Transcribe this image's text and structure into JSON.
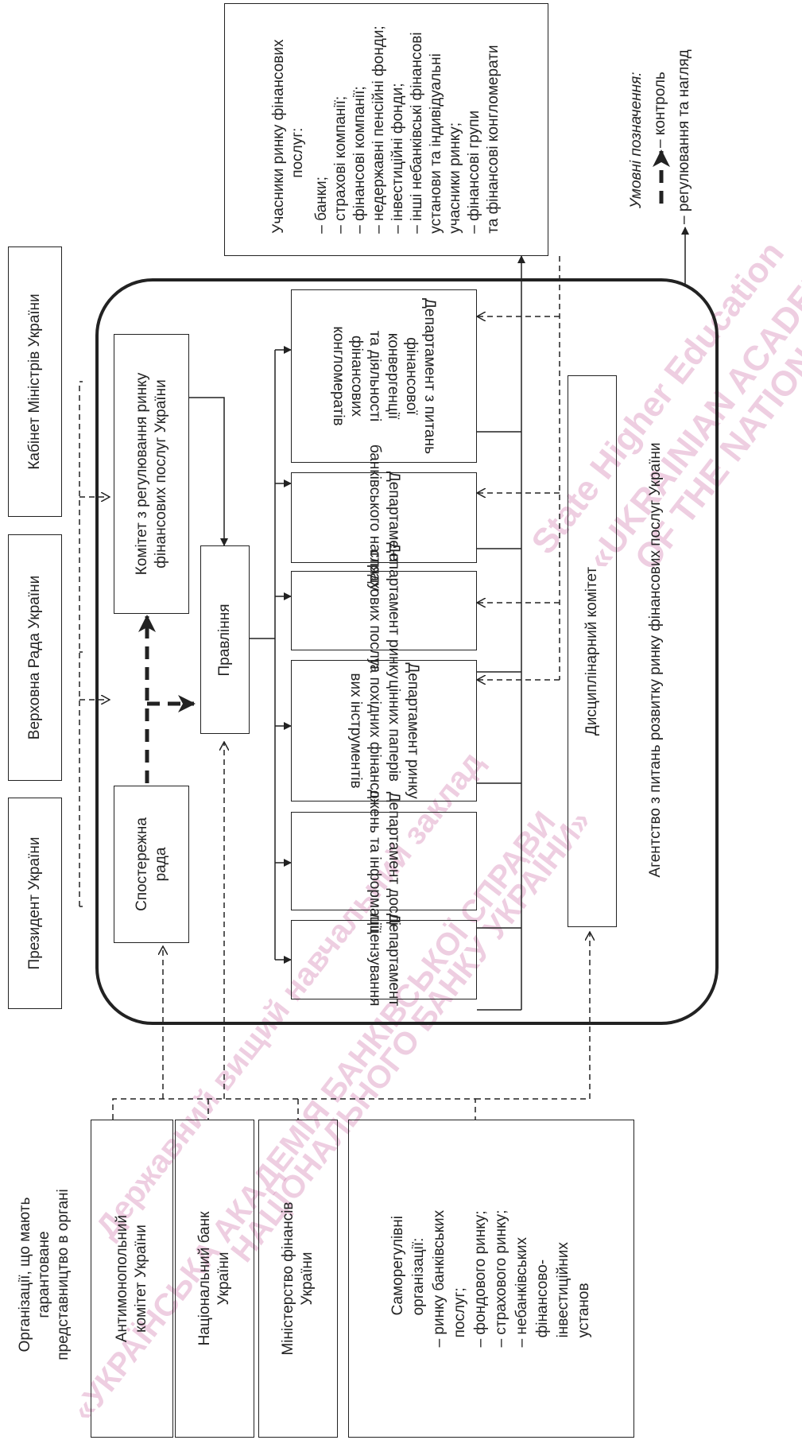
{
  "agency_title": "Агентство з питань розвитку ринку фінансових послуг України",
  "authorities": {
    "president": "Президент України",
    "rada": "Верховна Рада України",
    "cabinet": "Кабінет Міністрів України"
  },
  "orgs_title": [
    "Організації, що мають",
    "гарантоване",
    "представництво в органі"
  ],
  "orgs": {
    "amcu": [
      "Антимонопольний",
      "комітет України"
    ],
    "nbu": [
      "Національний банк",
      "України"
    ],
    "minfin": [
      "Міністерство фінансів",
      "України"
    ],
    "sro": [
      "Саморегулівні",
      "організації:",
      "– ринку банківських",
      "послуг;",
      "– фондового ринку;",
      "– страхового ринку;",
      "– небанківських",
      "фінансово-",
      "інвестиційних",
      "установ"
    ]
  },
  "bodies": {
    "supervisory": [
      "Спостережна",
      "рада"
    ],
    "committee": [
      "Комітет з регулювання ринку",
      "фінансових послуг України"
    ],
    "board": "Правління",
    "disciplinary": "Дисциплінарний комітет"
  },
  "departments": {
    "licensing": [
      "Департамент",
      "ліцензування"
    ],
    "research": [
      "Департамент дослі-",
      "джень та інформації"
    ],
    "securities": [
      "Департамент ринку",
      "цінних паперів",
      "та похідних фінансо-",
      "вих інструментів"
    ],
    "insurance": [
      "Департамент ринку",
      "страхових послуг"
    ],
    "banking": [
      "Департамент",
      "банківського нагляду"
    ],
    "convergence": [
      "Департамент з питань",
      "фінансової",
      "конвергенції",
      "та діяльності",
      "фінансових",
      "конгломератів"
    ]
  },
  "participants": {
    "title": [
      "Учасники ринку фінансових",
      "послуг:"
    ],
    "items": [
      "– банки;",
      "– страхові компанії;",
      "– фінансові компанії;",
      "– недержавні пенсійні фонди;",
      "– інвестиційні фонди;",
      "– інші небанківські фінансові",
      "   установи та індивідуальні",
      "   учасники ринку;",
      "– фінансові групи",
      "   та фінансові конгломерати"
    ]
  },
  "legend": {
    "title": "Умовні позначення:",
    "control": "– контроль",
    "regulation": "– регулювання та нагляд"
  },
  "watermark": {
    "line1": "Державний вищий навчальний заклад",
    "line2": "«УКРАЇНСЬКА АКАДЕМІЯ БАНКІВСЬКОЇ СПРАВИ",
    "line3": "НАЦІОНАЛЬНОГО БАНКУ УКРАЇНИ»",
    "line4": "State Higher Education",
    "line5": "«UKRAINIAN ACADEMY",
    "line6": "OF THE NATIONAL"
  },
  "colors": {
    "line": "#222222",
    "watermark": "#c24f93"
  }
}
